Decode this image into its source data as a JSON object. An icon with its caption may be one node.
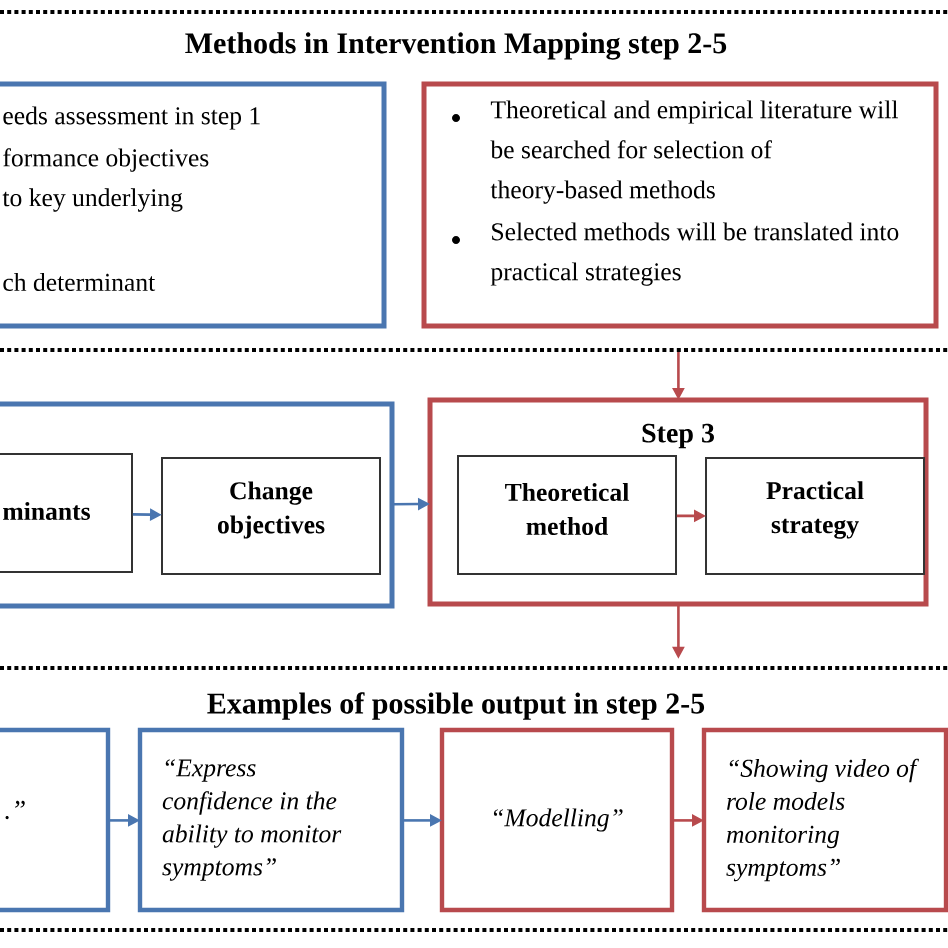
{
  "diagram": {
    "nodes": [
      {
        "text": [
          "eeds assessment in step 1",
          "formance objectives",
          "to key underlying",
          "ch determinant"
        ]
      },
      {
        "text": [
          "Theoretical and empirical literature will be searched for selection of theory-based methods",
          "Selected methods will be translated into practical strategies"
        ]
      },
      {
        "text": [],
        "shape": "box"
      },
      {
        "text": [
          "minants"
        ],
        "in": 2
      },
      {
        "text": [
          "Change objectives"
        ],
        "in": 2
      },
      {
        "text": [
          "Step 3"
        ]
      },
      {
        "text": [
          "Theoretical method"
        ],
        "in": 5
      },
      {
        "text": [
          "Practical strategy"
        ],
        "in": 5
      },
      {
        "text": [
          ".”"
        ]
      },
      {
        "text": [
          "“Express confidence in the ability to monitor symptoms”"
        ]
      },
      {
        "text": [
          "“Modelling”"
        ]
      },
      {
        "text": [
          "“Showing video of role models monitoring symptoms”"
        ]
      }
    ],
    "edges": [
      {
        "from": 3,
        "to": 4,
        "arrow": "to",
        "color": "#4a76b0"
      },
      {
        "from": 2,
        "to": 5,
        "arrow": "to",
        "color": "#4a76b0"
      },
      {
        "from": 6,
        "to": 7,
        "arrow": "to",
        "color": "#b84a4d"
      },
      {
        "from": null,
        "to": 5,
        "arrow": "to",
        "color": "#b84a4d"
      },
      {
        "from": 5,
        "to": null,
        "arrow": "to",
        "color": "#b84a4d"
      },
      {
        "from": 8,
        "to": 9,
        "arrow": "to",
        "color": "#4a76b0"
      },
      {
        "from": 9,
        "to": 10,
        "arrow": "to",
        "color": "#4a76b0"
      },
      {
        "from": 10,
        "to": 11,
        "arrow": "to",
        "color": "#b84a4d"
      }
    ],
    "labels": [
      "Methods in Intervention Mapping step 2-5",
      "Examples of possible output in step 2-5"
    ]
  }
}
